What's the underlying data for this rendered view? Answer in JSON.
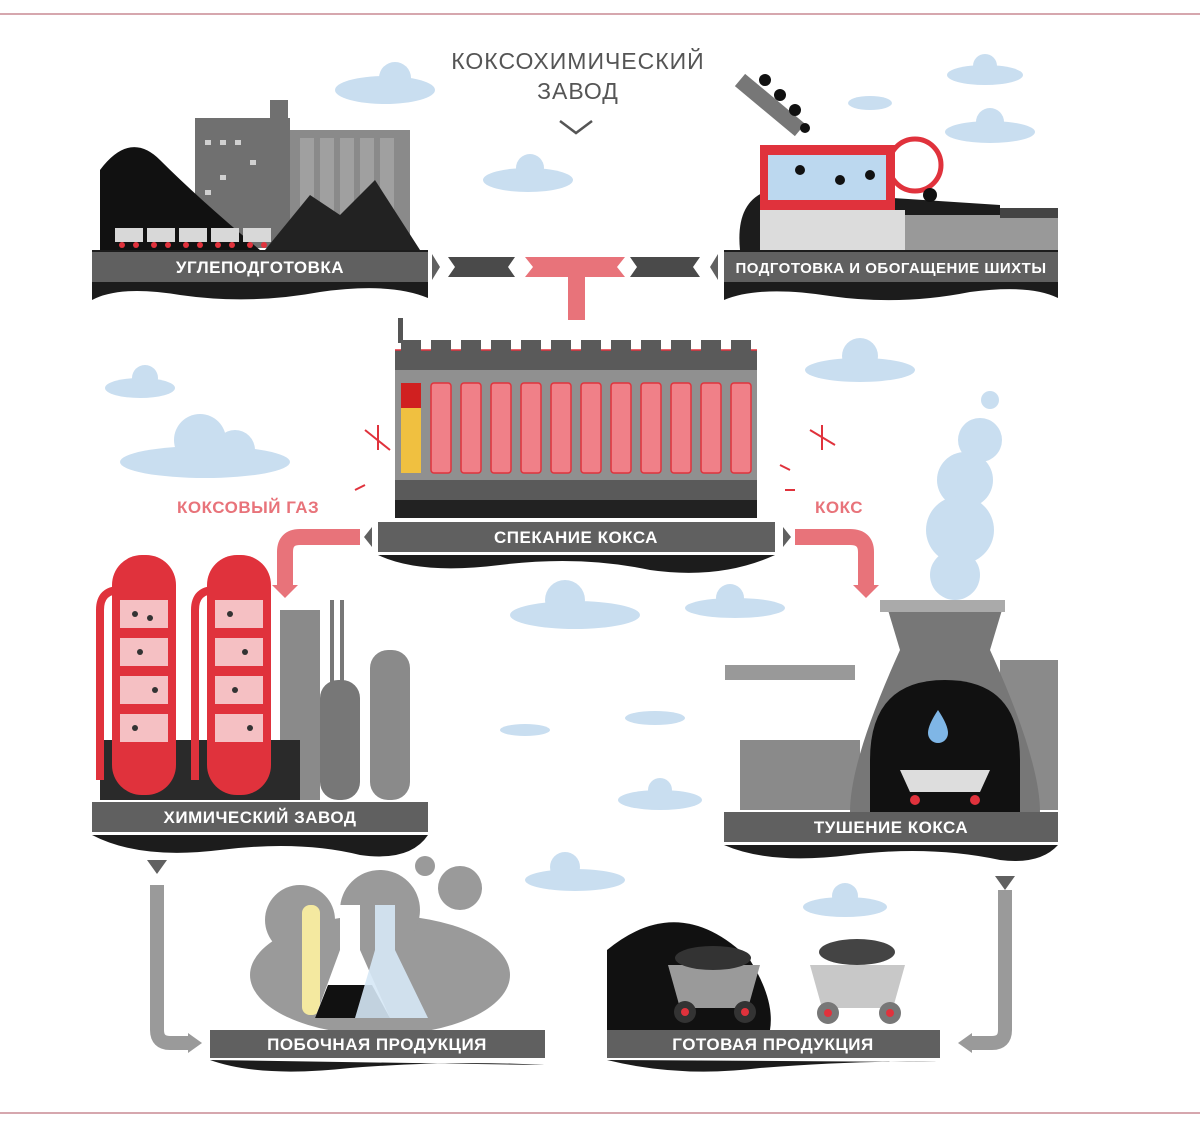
{
  "title": {
    "line1": "КОКСОХИМИЧЕСКИЙ",
    "line2": "ЗАВОД"
  },
  "stages": {
    "coal_prep": "УГЛЕПОДГОТОВКА",
    "charge_prep": "ПОДГОТОВКА И ОБОГАЩЕНИЕ ШИХТЫ",
    "coking": "СПЕКАНИЕ КОКСА",
    "chem_plant": "ХИМИЧЕСКИЙ ЗАВОД",
    "quenching": "ТУШЕНИЕ КОКСА",
    "byproducts": "ПОБОЧНАЯ ПРОДУКЦИЯ",
    "finished": "ГОТОВАЯ ПРОДУКЦИЯ"
  },
  "flows": {
    "gas": "КОКСОВЫЙ ГАЗ",
    "coke": "КОКС"
  },
  "colors": {
    "accent": "#e8737a",
    "red": "#e0323c",
    "label_bg": "#606060",
    "dark": "#1c1c1c",
    "cloud": "#c9def0",
    "rule": "#c98a94"
  }
}
